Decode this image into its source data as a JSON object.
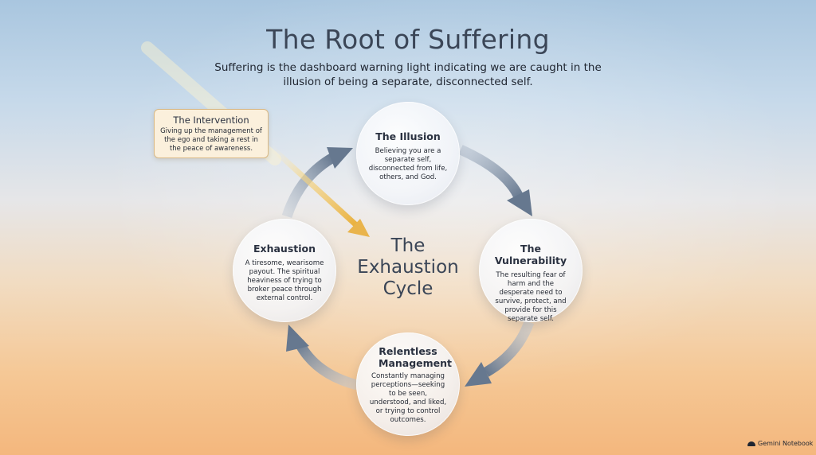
{
  "header": {
    "title": "The Root of Suffering",
    "subtitle": "Suffering is the dashboard warning light indicating we are caught in the illusion of being a separate, disconnected self."
  },
  "cycle": {
    "center_label": "The Exhaustion Cycle",
    "nodes": [
      {
        "title": "The Illusion",
        "body": "Believing you are a separate self, disconnected from life, others, and God."
      },
      {
        "title": "The Vulnerability",
        "body": "The resulting fear of harm and the desperate need to survive, protect, and provide for this separate self."
      },
      {
        "title": "Relentless Management",
        "body": "Constantly managing perceptions—seeking to be seen, understood, and liked, or trying to control outcomes."
      },
      {
        "title": "Exhaustion",
        "body": "A tiresome, wearisome payout. The spiritual heaviness of trying to broker peace through external control."
      }
    ]
  },
  "intervention": {
    "title": "The Intervention",
    "body": "Giving up the management of the ego and taking a rest in the peace of awareness."
  },
  "brand": {
    "label": "Gemini Notebook"
  },
  "colors": {
    "arrow": "#6f8199",
    "intervention_arrow": "#e9b44c"
  }
}
